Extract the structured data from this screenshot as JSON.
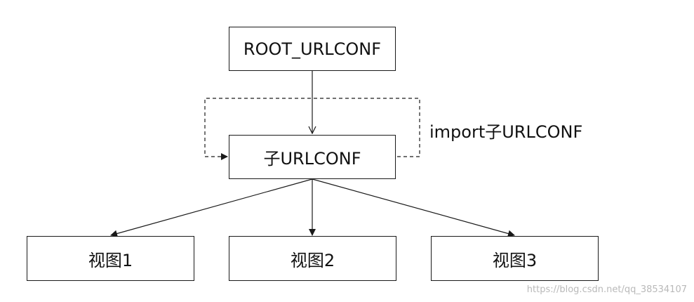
{
  "nodes": {
    "root": "ROOT_URLCONF",
    "sub": "子URLCONF",
    "views": [
      "视图1",
      "视图2",
      "视图3"
    ]
  },
  "annotation": "import子URLCONF",
  "watermark": "https://blog.csdn.net/qq_38534107"
}
